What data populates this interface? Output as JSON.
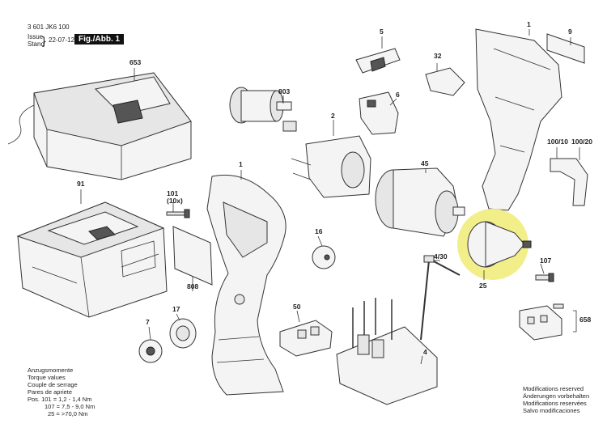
{
  "header": {
    "doc_number": "3 601 JK6 100",
    "issue_label": "Issue",
    "stand_label": "Stand",
    "date": "22-07-12",
    "figure": "Fig./Abb. 1"
  },
  "parts": [
    {
      "id": "p653",
      "label": "653",
      "name": "charger"
    },
    {
      "id": "p91",
      "label": "91",
      "name": "battery-pack"
    },
    {
      "id": "p101",
      "label": "101",
      "sub": "(10x)",
      "name": "housing-screw"
    },
    {
      "id": "p808",
      "label": "808",
      "name": "nameplate"
    },
    {
      "id": "p1",
      "label": "1",
      "name": "housing-shell-left"
    },
    {
      "id": "p1b",
      "label": "1",
      "name": "housing-shell-right"
    },
    {
      "id": "p803",
      "label": "803",
      "name": "motor-armature"
    },
    {
      "id": "p2",
      "label": "2",
      "name": "motor-stator"
    },
    {
      "id": "p5",
      "label": "5",
      "name": "slide-switch"
    },
    {
      "id": "p6",
      "label": "6",
      "name": "on-off-switch"
    },
    {
      "id": "p32",
      "label": "32",
      "name": "switch-cap"
    },
    {
      "id": "p9",
      "label": "9",
      "name": "logo-plate"
    },
    {
      "id": "p45",
      "label": "45",
      "name": "gearbox"
    },
    {
      "id": "p10010",
      "label": "100/10",
      "name": "belt-clip"
    },
    {
      "id": "p10020",
      "label": "100/20",
      "name": "belt-clip-screw"
    },
    {
      "id": "p16",
      "label": "16",
      "name": "led-cover"
    },
    {
      "id": "p430",
      "label": "4/30",
      "name": "cable"
    },
    {
      "id": "p25",
      "label": "25",
      "name": "keyless-chuck"
    },
    {
      "id": "p107",
      "label": "107",
      "name": "chuck-screw"
    },
    {
      "id": "p17",
      "label": "17",
      "name": "torque-ring"
    },
    {
      "id": "p7",
      "label": "7",
      "name": "gear-selector"
    },
    {
      "id": "p50",
      "label": "50",
      "name": "battery-latch"
    },
    {
      "id": "p4",
      "label": "4",
      "name": "electronics-module"
    },
    {
      "id": "p658",
      "label": "658",
      "name": "battery-terminal"
    }
  ],
  "torque": {
    "lines": [
      "Anzugsmomente",
      "Torque values",
      "Couple de serrage",
      "Pares de apriete",
      "Pos.  101 = 1,2 - 1,4 Nm",
      "107 = 7,5 - 9,0 Nm",
      "25 = >70,0 Nm"
    ]
  },
  "modifications": {
    "lines": [
      "Modifications reserved",
      "Änderungen vorbehalten",
      "Modifications reservées",
      "Salvo modificaciones"
    ]
  },
  "colors": {
    "highlight": "#f2ee8a",
    "line": "#333333",
    "label_box": "#111111"
  }
}
